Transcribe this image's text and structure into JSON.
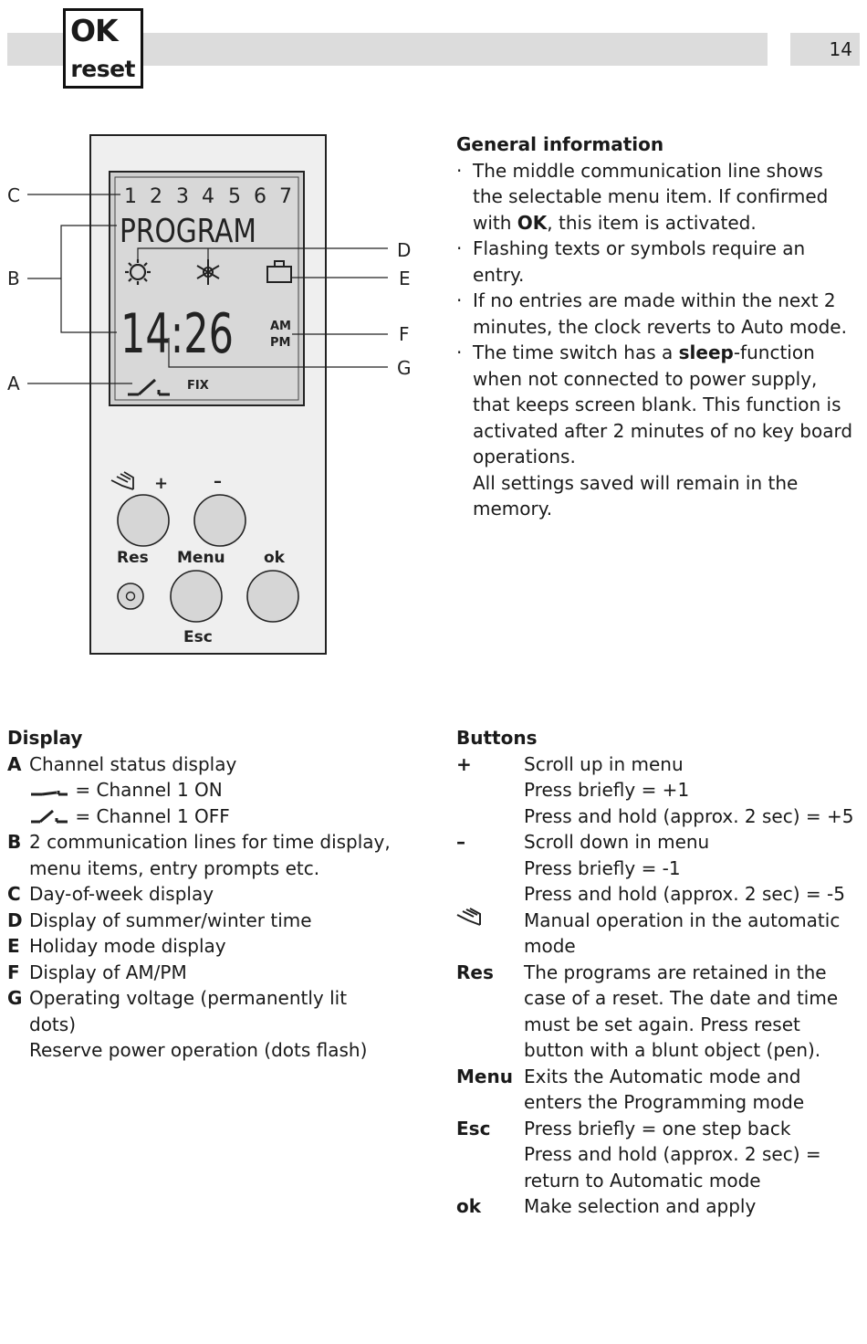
{
  "header": {
    "logo_ok": "OK",
    "logo_reset": "reset",
    "page_number": "14"
  },
  "device": {
    "days": [
      "1",
      "2",
      "3",
      "4",
      "5",
      "6",
      "7"
    ],
    "program_text": "PROGRAM",
    "time_text": "14:26",
    "am": "AM",
    "pm": "PM",
    "fix": "FIX",
    "callouts": {
      "a": "A",
      "b": "B",
      "c": "C",
      "d": "D",
      "e": "E",
      "f": "F",
      "g": "G"
    },
    "buttons": {
      "plus": "+",
      "minus": "–",
      "res": "Res",
      "menu": "Menu",
      "ok": "ok",
      "esc": "Esc"
    }
  },
  "general": {
    "heading": "General information",
    "bullet1_pre": "The middle communication line shows the selectable menu item. If confirmed with ",
    "bullet1_bold": "OK",
    "bullet1_post": ", this item is activated.",
    "bullet2": "Flashing texts or symbols require an entry.",
    "bullet3": "If no entries are made within the next 2 minutes, the clock reverts to Auto mode.",
    "bullet4_pre": "The time switch has a ",
    "bullet4_bold": "sleep",
    "bullet4_post": "-function when not connected to power supply, that keeps screen blank. This function is activated after 2 minutes of no key board operations.",
    "bullet4_line2": "All settings saved will remain in the memory."
  },
  "display": {
    "heading": "Display",
    "a_key": "A",
    "a_text": "Channel status display",
    "on_text": "= Channel 1 ON",
    "off_text": "= Channel 1 OFF",
    "b_key": "B",
    "b_text": "2 communication lines for time display, menu items, entry prompts etc.",
    "c_key": "C",
    "c_text": "Day-of-week display",
    "d_key": "D",
    "d_text": "Display of summer/winter time",
    "e_key": "E",
    "e_text": "Holiday mode display",
    "f_key": "F",
    "f_text": "Display of AM/PM",
    "g_key": "G",
    "g_text": "Operating voltage (permanently lit dots)",
    "g_text2": "Reserve power operation (dots flash)"
  },
  "buttons": {
    "heading": "Buttons",
    "plus_key": "+",
    "plus_1": "Scroll up in menu",
    "plus_2": "Press briefly = +1",
    "plus_3": "Press and hold (approx. 2 sec) = +5",
    "minus_key": "–",
    "minus_1": "Scroll down in menu",
    "minus_2": "Press briefly = -1",
    "minus_3": "Press and hold (approx. 2 sec) = -5",
    "hand_text": "Manual operation in the automatic mode",
    "res_key": "Res",
    "res_text": "The programs are retained in the case of a reset. The date and time must be set again. Press reset button with a blunt object (pen).",
    "menu_key": "Menu",
    "menu_text": "Exits the Automatic mode and enters the Programming mode",
    "esc_key": "Esc",
    "esc_1": "Press briefly = one step back",
    "esc_2": "Press and hold (approx. 2 sec) = return to Automatic mode",
    "ok_key": "ok",
    "ok_text": "Make selection and apply"
  }
}
